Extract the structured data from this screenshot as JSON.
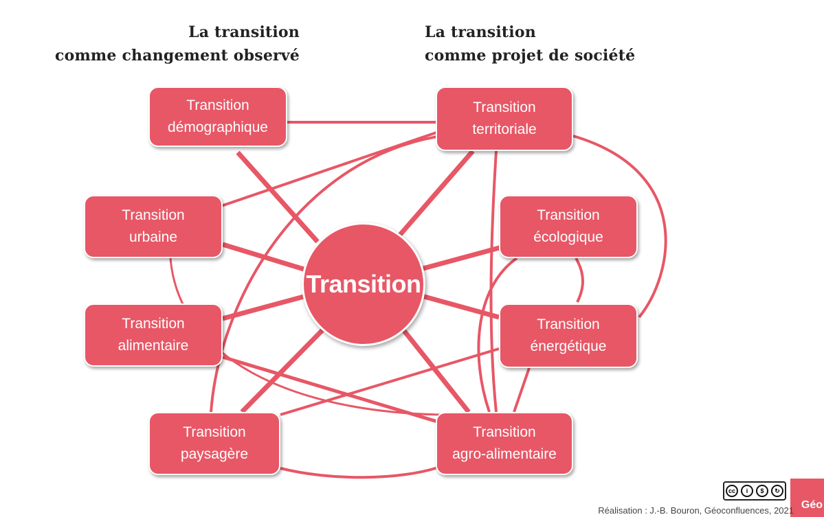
{
  "headings": {
    "left": [
      "La transition",
      "comme changement observé"
    ],
    "right": [
      "La transition",
      "comme projet de société"
    ]
  },
  "center": "Transition",
  "nodes": {
    "demographique": [
      "Transition",
      "démographique"
    ],
    "urbaine": [
      "Transition",
      "urbaine"
    ],
    "alimentaire": [
      "Transition",
      "alimentaire"
    ],
    "paysagere": [
      "Transition",
      "paysagère"
    ],
    "territoriale": [
      "Transition",
      "territoriale"
    ],
    "ecologique": [
      "Transition",
      "écologique"
    ],
    "energetique": [
      "Transition",
      "énergétique"
    ],
    "agro": [
      "Transition",
      "agro-alimentaire"
    ]
  },
  "credit": "Réalisation : J.-B. Bouron, Géoconfluences, 2021",
  "logo_text": "Géo",
  "colors": {
    "node": "#e75766",
    "link": "#e75766"
  },
  "links": [
    [
      "center",
      "demographique"
    ],
    [
      "center",
      "urbaine"
    ],
    [
      "center",
      "alimentaire"
    ],
    [
      "center",
      "paysagere"
    ],
    [
      "center",
      "territoriale"
    ],
    [
      "center",
      "ecologique"
    ],
    [
      "center",
      "energetique"
    ],
    [
      "center",
      "agro"
    ],
    [
      "demographique",
      "territoriale"
    ],
    [
      "urbaine",
      "territoriale"
    ],
    [
      "alimentaire",
      "agro"
    ],
    [
      "paysagere",
      "energetique"
    ],
    [
      "paysagere",
      "territoriale"
    ],
    [
      "paysagere",
      "agro"
    ],
    [
      "territoriale",
      "agro"
    ],
    [
      "territoriale",
      "energetique"
    ],
    [
      "ecologique",
      "energetique"
    ],
    [
      "ecologique",
      "agro"
    ],
    [
      "energetique",
      "agro"
    ],
    [
      "urbaine",
      "agro"
    ]
  ]
}
